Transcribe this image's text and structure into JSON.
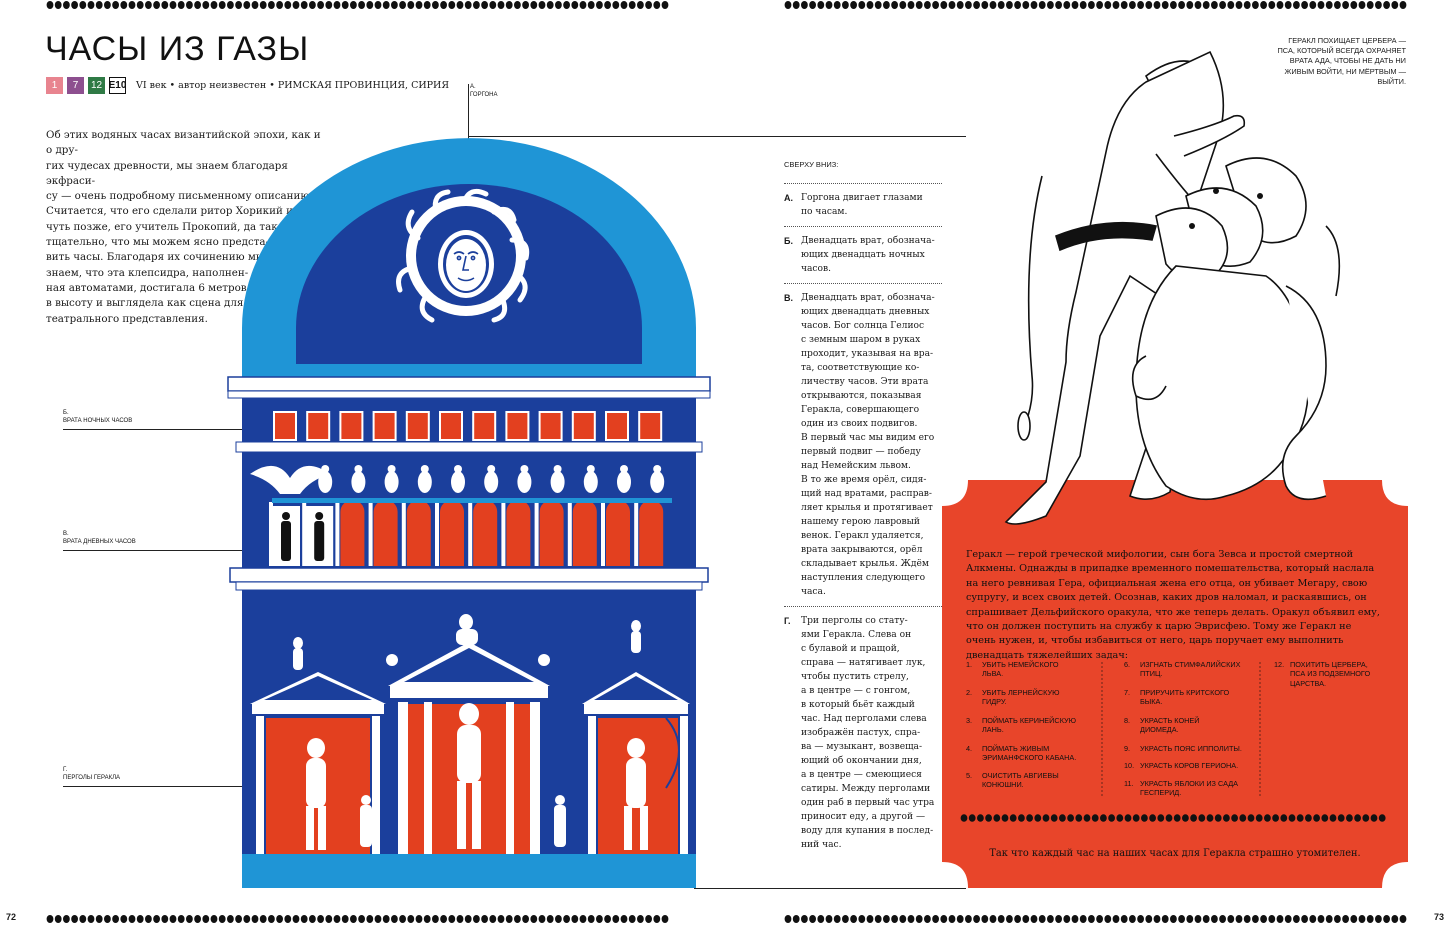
{
  "title": "ЧАСЫ ИЗ ГАЗЫ",
  "tags": [
    {
      "label": "1",
      "color": "#e8848f"
    },
    {
      "label": "7",
      "color": "#8d4f8f"
    },
    {
      "label": "12",
      "color": "#2f7a45"
    },
    {
      "label": "E10",
      "color": "#ffffff"
    }
  ],
  "meta_line": "VI век • автор неизвестен • РИМСКАЯ ПРОВИНЦИЯ, СИРИЯ",
  "intro_text": "Об этих водяных часах византийской эпохи, как и о дру-\nгих чудесах древности, мы знаем благодаря экфраси-\nсу — очень подробному письменному описанию.\nСчитается, что его сделали ритор Хорикий и,\nчуть позже, его учитель Прокопий, да так\nтщательно, что мы можем ясно предста-\nвить часы. Благодаря их сочинению мы\nзнаем, что эта клепсидра, наполнен-\nная автоматами, достигала 6 метров\nв высоту и выглядела как сцена для\nтеатрального представления.",
  "labels": {
    "a": "А.\nГОРГОНА",
    "b": "Б.\nВРАТА НОЧНЫХ ЧАСОВ",
    "v": "В.\nВРАТА ДНЕВНЫХ ЧАСОВ",
    "g": "Г.\nПЕРГОЛЫ ГЕРАКЛА"
  },
  "description": {
    "heading": "СВЕРХУ ВНИЗ:",
    "entries": [
      {
        "letter": "А.",
        "text": "Горгона двигает глазами\nпо часам."
      },
      {
        "letter": "Б.",
        "text": "Двенадцать врат, обознача-\nющих двенадцать ночных\nчасов."
      },
      {
        "letter": "В.",
        "text": "Двенадцать врат, обознача-\nющих двенадцать дневных\nчасов. Бог солнца Гелиос\nс земным шаром в руках\nпроходит, указывая на вра-\nта, соответствующие ко-\nличеству часов. Эти врата\nоткрываются, показывая\nГеракла, совершающего\nодин из своих подвигов.\nВ первый час мы видим его\nпервый подвиг — победу\nнад Немейским львом.\nВ то же время орёл, сидя-\nщий над вратами, расправ-\nляет крылья и протягивает\nнашему герою лавровый\nвенок. Геракл удаляется,\nврата закрываются, орёл\nскладывает крылья. Ждём\nнаступления следующего\nчаса."
      },
      {
        "letter": "Г.",
        "text": "Три перголы со стату-\nями Геракла. Слева он\nс булавой и пращой,\nсправа — натягивает лук,\nчтобы пустить стрелу,\nа в центре — с гонгом,\nв который бьёт каждый\nчас. Над перголами слева\nизображён пастух, спра-\nва — музыкант, возвеща-\nющий об окончании дня,\nа в центре — смеющиеся\nсатиры. Между перголами\nодин раб в первый час утра\nприносит еду, а другой —\nводу для купания в послед-\nний час."
      }
    ]
  },
  "right_caption": "ГЕРАКЛ ПОХИЩАЕТ ЦЕРБЕРА —\nПСА, КОТОРЫЙ ВСЕГДА ОХРАНЯЕТ\nВРАТА АДА, ЧТОБЫ НЕ ДАТЬ НИ\nЖИВЫМ ВОЙТИ, НИ МЁРТВЫМ —\nВЫЙТИ.",
  "panel_text": "Геракл — герой греческой мифологии, сын бога Зевса и простой смертной Алкмены. Однажды в припадке временного помешательства, который наслала на него ревнивая Гера, официальная жена его отца, он убивает Мегару, свою супругу, и всех своих детей. Осознав, каких дров наломал, и раскаявшись, он спрашивает Дельфийского оракула, что же теперь делать. Оракул объявил ему, что он должен поступить на службу к царю Эврисфею. Тому же Геракл не очень нужен, и, чтобы избавиться от него, царь поручает ему выполнить двенадцать тяжелейших задач:",
  "tasks": [
    {
      "n": "1.",
      "t": "УБИТЬ НЕМЕЙСКОГО\nЛЬВА."
    },
    {
      "n": "2.",
      "t": "УБИТЬ ЛЕРНЕЙСКУЮ\nГИДРУ."
    },
    {
      "n": "3.",
      "t": "ПОЙМАТЬ КЕРИНЕЙСКУЮ\nЛАНЬ."
    },
    {
      "n": "4.",
      "t": "ПОЙМАТЬ ЖИВЫМ\nЭРИМАНФСКОГО КАБАНА."
    },
    {
      "n": "5.",
      "t": "ОЧИСТИТЬ АВГИЕВЫ\nКОНЮШНИ."
    },
    {
      "n": "6.",
      "t": "ИЗГНАТЬ СТИМФАЛИЙСКИХ\nПТИЦ."
    },
    {
      "n": "7.",
      "t": "ПРИРУЧИТЬ КРИТСКОГО\nБЫКА."
    },
    {
      "n": "8.",
      "t": "УКРАСТЬ КОНЕЙ\nДИОМЕДА."
    },
    {
      "n": "9.",
      "t": "УКРАСТЬ ПОЯС ИППОЛИТЫ."
    },
    {
      "n": "10.",
      "t": "УКРАСТЬ КОРОВ ГЕРИОНА."
    },
    {
      "n": "11.",
      "t": "УКРАСТЬ ЯБЛОКИ ИЗ САДА\nГЕСПЕРИД."
    },
    {
      "n": "12.",
      "t": "ПОХИТИТЬ ЦЕРБЕРА,\nПСА ИЗ ПОДЗЕМНОГО\nЦАРСТВА."
    }
  ],
  "footer_line": "Так что каждый час на наших часах для Геракла страшно утомителен.",
  "page_left": "72",
  "page_right": "73",
  "colors": {
    "dark_blue": "#1b3f9c",
    "light_blue": "#1f95d6",
    "orange": "#e3401f",
    "panel": "#e8452a"
  }
}
